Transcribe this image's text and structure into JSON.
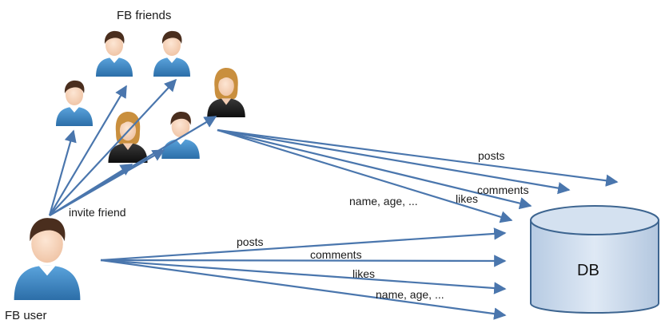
{
  "labels": {
    "fb_friends": "FB friends",
    "fb_user": "FB user",
    "invite_friend": "invite friend",
    "db": "DB"
  },
  "friend_flows": {
    "posts": "posts",
    "comments": "comments",
    "likes": "likes",
    "name_age": "name, age, ..."
  },
  "user_flows": {
    "posts": "posts",
    "comments": "comments",
    "likes": "likes",
    "name_age": "name, age, ..."
  },
  "icons": [
    "male-person-icon",
    "female-person-icon",
    "database-icon",
    "arrow-icon"
  ],
  "colors": {
    "arrow": "#4a76ad",
    "shirt_blue": "#3d86c6",
    "shirt_black": "#1b1b1b",
    "hair_brown": "#4a2e1e",
    "hair_blonde": "#c98f3e",
    "skin": "#f6d2b8",
    "db_fill": "#c8d8ec",
    "db_stroke": "#3d6590"
  }
}
